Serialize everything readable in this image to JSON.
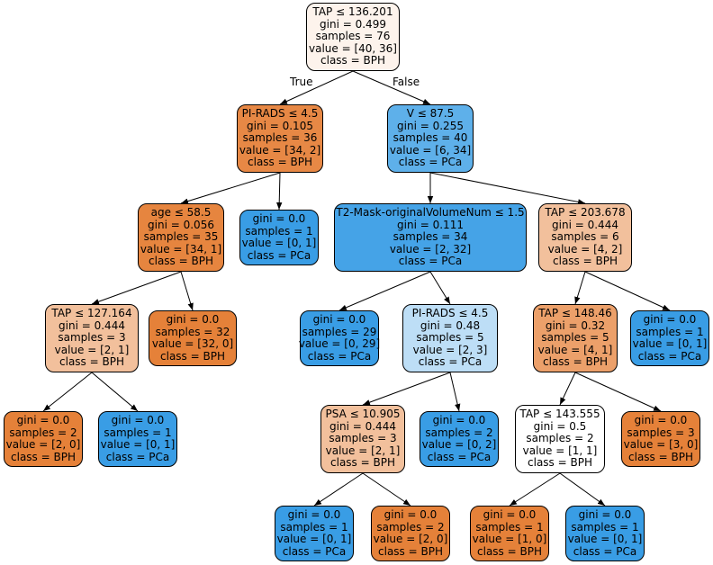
{
  "edge_labels": {
    "true_label": "True",
    "false_label": "False"
  },
  "nodes": [
    {
      "id": "n0",
      "lines": [
        "TAP ≤ 136.201",
        "gini = 0.499",
        "samples = 76",
        "value = [40, 36]",
        "class = BPH"
      ],
      "fill": "#fdf3ec"
    },
    {
      "id": "n1",
      "lines": [
        "PI-RADS ≤ 4.5",
        "gini = 0.105",
        "samples = 36",
        "value = [34, 2]",
        "class = BPH"
      ],
      "fill": "#e78845"
    },
    {
      "id": "n2",
      "lines": [
        "V ≤ 87.5",
        "gini = 0.255",
        "samples = 40",
        "value = [6, 34]",
        "class = PCa"
      ],
      "fill": "#5eb0ea"
    },
    {
      "id": "n3",
      "lines": [
        "age ≤ 58.5",
        "gini = 0.056",
        "samples = 35",
        "value = [34, 1]",
        "class = BPH"
      ],
      "fill": "#e6853f"
    },
    {
      "id": "n4",
      "lines": [
        "gini = 0.0",
        "samples = 1",
        "value = [0, 1]",
        "class = PCa"
      ],
      "fill": "#399de5"
    },
    {
      "id": "n5",
      "lines": [
        "T2-Mask-originalVolumeNum ≤ 1.5",
        "gini = 0.111",
        "samples = 34",
        "value = [2, 32]",
        "class = PCa"
      ],
      "fill": "#45a3e7"
    },
    {
      "id": "n6",
      "lines": [
        "TAP ≤ 203.678",
        "gini = 0.444",
        "samples = 6",
        "value = [4, 2]",
        "class = BPH"
      ],
      "fill": "#f2c09c"
    },
    {
      "id": "n7",
      "lines": [
        "TAP ≤ 127.164",
        "gini = 0.444",
        "samples = 3",
        "value = [2, 1]",
        "class = BPH"
      ],
      "fill": "#f2c09c"
    },
    {
      "id": "n8",
      "lines": [
        "gini = 0.0",
        "samples = 32",
        "value = [32, 0]",
        "class = BPH"
      ],
      "fill": "#e58139"
    },
    {
      "id": "n9",
      "lines": [
        "gini = 0.0",
        "samples = 29",
        "value = [0, 29]",
        "class = PCa"
      ],
      "fill": "#399de5"
    },
    {
      "id": "n10",
      "lines": [
        "PI-RADS ≤ 4.5",
        "gini = 0.48",
        "samples = 5",
        "value = [2, 3]",
        "class = PCa"
      ],
      "fill": "#bddef6"
    },
    {
      "id": "n11",
      "lines": [
        "TAP ≤ 148.46",
        "gini = 0.32",
        "samples = 5",
        "value = [4, 1]",
        "class = BPH"
      ],
      "fill": "#eca06a"
    },
    {
      "id": "n12",
      "lines": [
        "gini = 0.0",
        "samples = 1",
        "value = [0, 1]",
        "class = PCa"
      ],
      "fill": "#399de5"
    },
    {
      "id": "n13",
      "lines": [
        "gini = 0.0",
        "samples = 2",
        "value = [2, 0]",
        "class = BPH"
      ],
      "fill": "#e58139"
    },
    {
      "id": "n14",
      "lines": [
        "gini = 0.0",
        "samples = 1",
        "value = [0, 1]",
        "class = PCa"
      ],
      "fill": "#399de5"
    },
    {
      "id": "n15",
      "lines": [
        "PSA ≤ 10.905",
        "gini = 0.444",
        "samples = 3",
        "value = [2, 1]",
        "class = BPH"
      ],
      "fill": "#f2c09c"
    },
    {
      "id": "n16",
      "lines": [
        "gini = 0.0",
        "samples = 2",
        "value = [0, 2]",
        "class = PCa"
      ],
      "fill": "#399de5"
    },
    {
      "id": "n17",
      "lines": [
        "TAP ≤ 143.555",
        "gini = 0.5",
        "samples = 2",
        "value = [1, 1]",
        "class = BPH"
      ],
      "fill": "#ffffff"
    },
    {
      "id": "n18",
      "lines": [
        "gini = 0.0",
        "samples = 3",
        "value = [3, 0]",
        "class = BPH"
      ],
      "fill": "#e58139"
    },
    {
      "id": "n19",
      "lines": [
        "gini = 0.0",
        "samples = 1",
        "value = [0, 1]",
        "class = PCa"
      ],
      "fill": "#399de5"
    },
    {
      "id": "n20",
      "lines": [
        "gini = 0.0",
        "samples = 2",
        "value = [2, 0]",
        "class = BPH"
      ],
      "fill": "#e58139"
    },
    {
      "id": "n21",
      "lines": [
        "gini = 0.0",
        "samples = 1",
        "value = [1, 0]",
        "class = BPH"
      ],
      "fill": "#e58139"
    },
    {
      "id": "n22",
      "lines": [
        "gini = 0.0",
        "samples = 1",
        "value = [0, 1]",
        "class = PCa"
      ],
      "fill": "#399de5"
    }
  ],
  "edges": [
    [
      "n0",
      "n1"
    ],
    [
      "n0",
      "n2"
    ],
    [
      "n1",
      "n3"
    ],
    [
      "n1",
      "n4"
    ],
    [
      "n2",
      "n5"
    ],
    [
      "n2",
      "n6"
    ],
    [
      "n3",
      "n7"
    ],
    [
      "n3",
      "n8"
    ],
    [
      "n5",
      "n9"
    ],
    [
      "n5",
      "n10"
    ],
    [
      "n6",
      "n11"
    ],
    [
      "n6",
      "n12"
    ],
    [
      "n7",
      "n13"
    ],
    [
      "n7",
      "n14"
    ],
    [
      "n10",
      "n15"
    ],
    [
      "n10",
      "n16"
    ],
    [
      "n11",
      "n17"
    ],
    [
      "n11",
      "n18"
    ],
    [
      "n15",
      "n19"
    ],
    [
      "n15",
      "n20"
    ],
    [
      "n17",
      "n21"
    ],
    [
      "n17",
      "n22"
    ]
  ]
}
